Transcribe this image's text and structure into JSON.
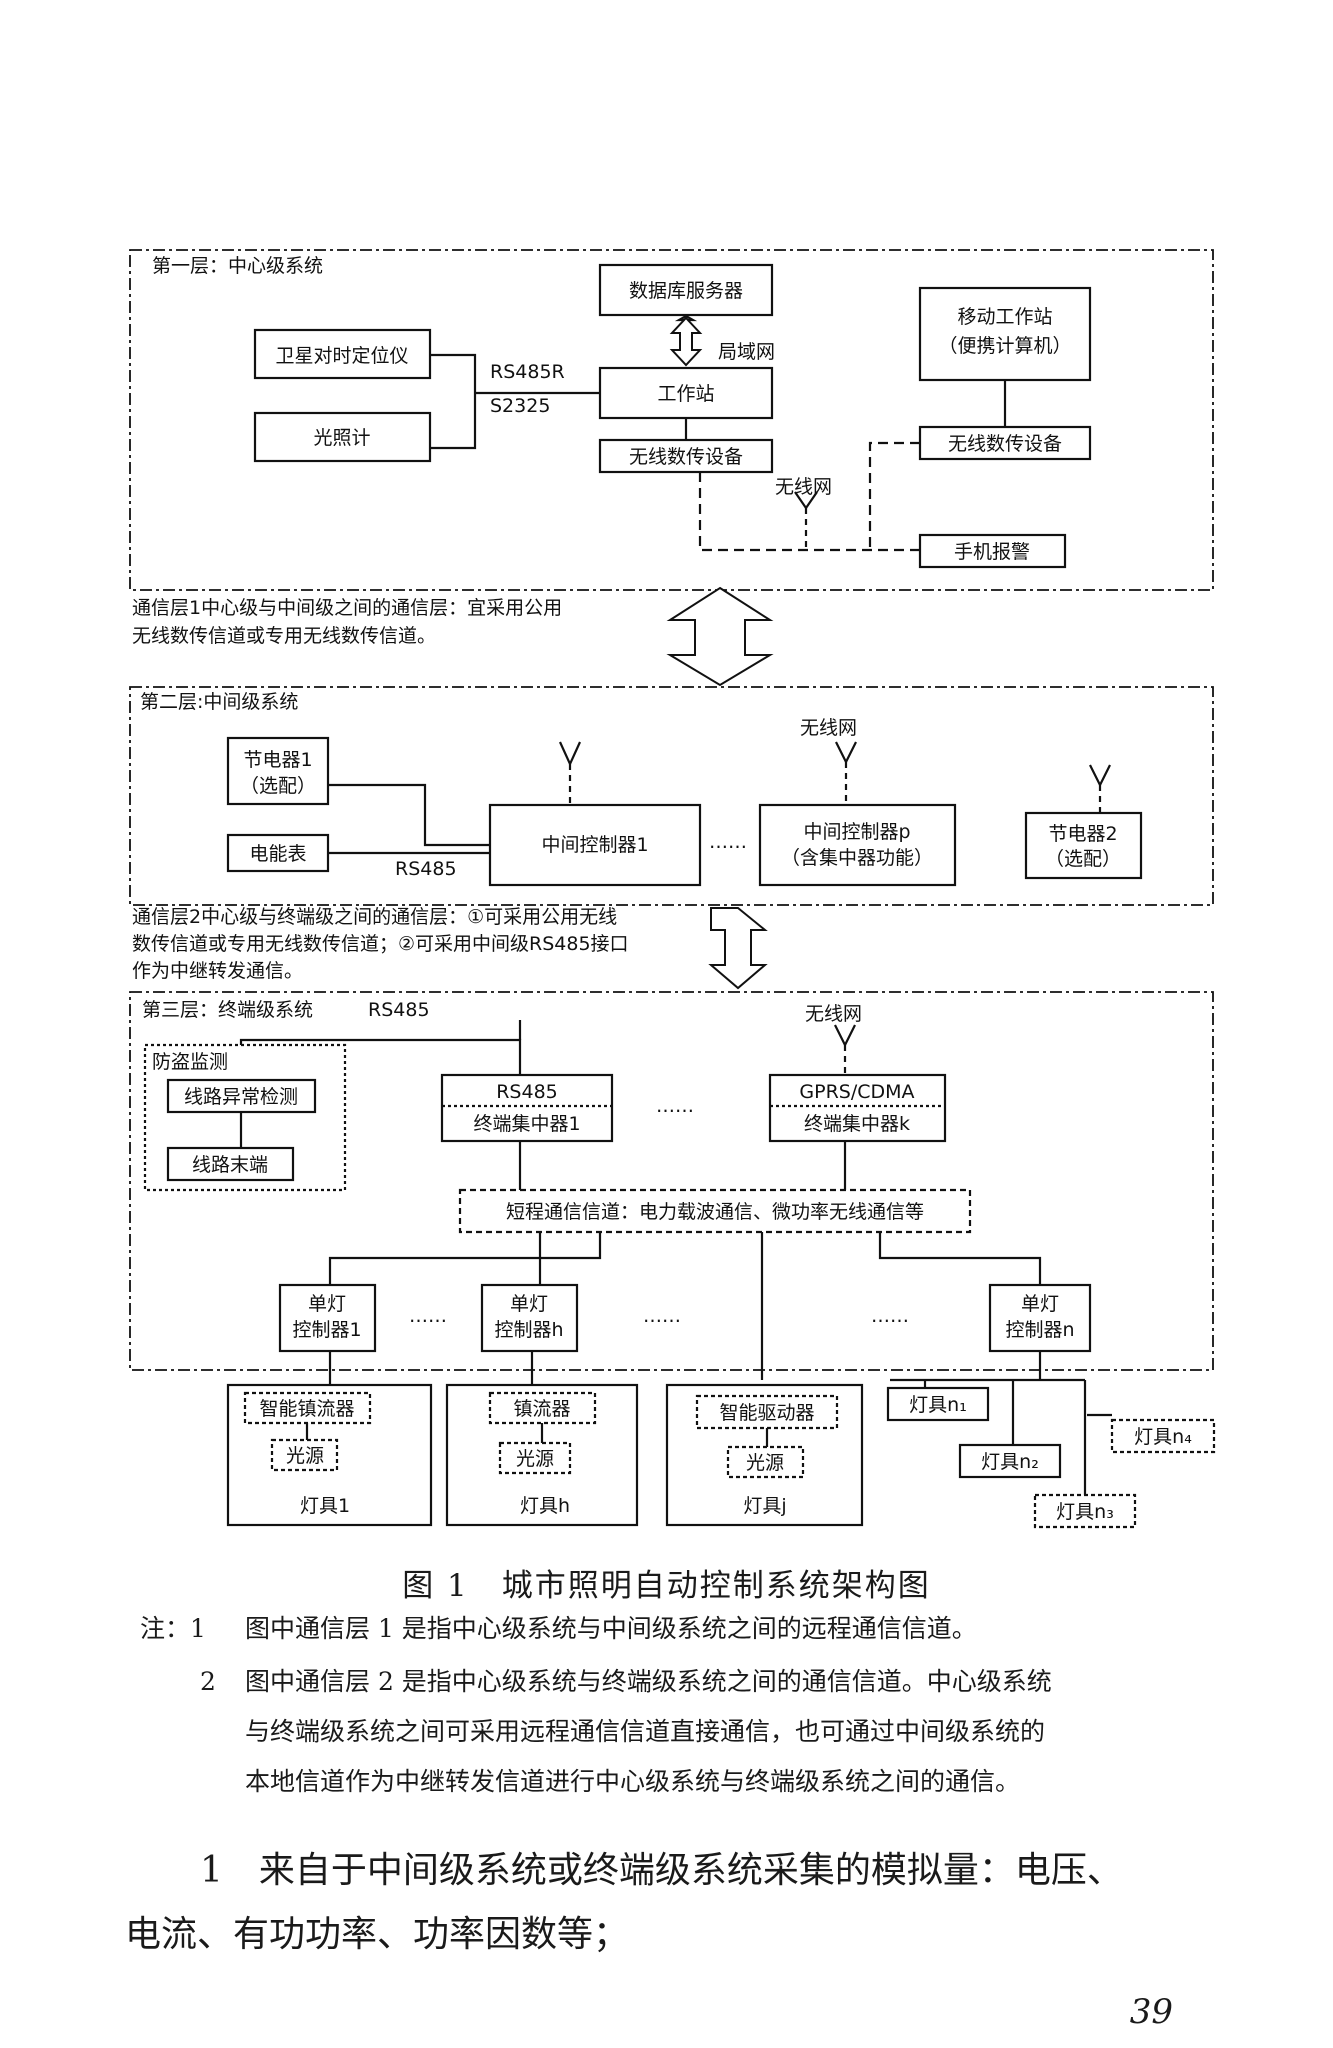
{
  "layer1": {
    "title": "第一层：中心级系统",
    "satellite": "卫星对时定位仪",
    "lightmeter": "光照计",
    "db_server": "数据库服务器",
    "lan": "局域网",
    "workstation": "工作站",
    "rs485r": "RS485R",
    "s2325": "S2325",
    "wireless_dev": "无线数传设备",
    "wireless_net": "无线网",
    "mobile_ws_line1": "移动工作站",
    "mobile_ws_line2": "（便携计算机）",
    "wireless_dev2": "无线数传设备",
    "phone_alarm": "手机报警"
  },
  "comm1": {
    "line1": "通信层1中心级与中间级之间的通信层：宜采用公用",
    "line2": "无线数传信道或专用无线数传信道。"
  },
  "layer2": {
    "title": "第二层:中间级系统",
    "wireless_net": "无线网",
    "saver1_line1": "节电器1",
    "saver1_line2": "（选配）",
    "meter": "电能表",
    "rs485": "RS485",
    "ctrl1": "中间控制器1",
    "dots": "……",
    "ctrlp_line1": "中间控制器p",
    "ctrlp_line2": "（含集中器功能）",
    "saver2_line1": "节电器2",
    "saver2_line2": "（选配）"
  },
  "comm2": {
    "line1": "通信层2中心级与终端级之间的通信层：①可采用公用无线",
    "line2": "数传信道或专用无线数传信道；②可采用中间级RS485接口",
    "line3": "作为中继转发通信。"
  },
  "layer3": {
    "title": "第三层：终端级系统",
    "rs485": "RS485",
    "wireless_net": "无线网",
    "antitheft": "防盗监测",
    "line_detect": "线路异常检测",
    "line_end": "线路末端",
    "conc1_top": "RS485",
    "conc1_bottom": "终端集中器1",
    "dots": "……",
    "conck_top": "GPRS/CDMA",
    "conck_bottom": "终端集中器k",
    "short_range": "短程通信信道：电力载波通信、微功率无线通信等",
    "sl1_line1": "单灯",
    "sl1_line2": "控制器1",
    "slh_line1": "单灯",
    "slh_line2": "控制器h",
    "sln_line1": "单灯",
    "sln_line2": "控制器n"
  },
  "fixtures": {
    "f1_ballast": "智能镇流器",
    "f1_light": "光源",
    "f1_label": "灯具1",
    "fh_ballast": "镇流器",
    "fh_light": "光源",
    "fh_label": "灯具h",
    "fj_driver": "智能驱动器",
    "fj_light": "光源",
    "fj_label": "灯具j",
    "n1": "灯具n₁",
    "n2": "灯具n₂",
    "n3": "灯具n₃",
    "n4": "灯具n₄"
  },
  "caption": "图 1　城市照明自动控制系统架构图",
  "notes": {
    "label": "注：1",
    "n1": "图中通信层 1 是指中心级系统与中间级系统之间的远程通信信道。",
    "num2": "2",
    "n2_l1": "图中通信层 2 是指中心级系统与终端级系统之间的通信信道。中心级系统",
    "n2_l2": "与终端级系统之间可采用远程通信信道直接通信，也可通过中间级系统的",
    "n2_l3": "本地信道作为中继转发信道进行中心级系统与终端级系统之间的通信。"
  },
  "paragraph": {
    "l1": "1　来自于中间级系统或终端级系统采集的模拟量：电压、",
    "l2": "电流、有功功率、功率因数等；"
  },
  "page_number": "39"
}
